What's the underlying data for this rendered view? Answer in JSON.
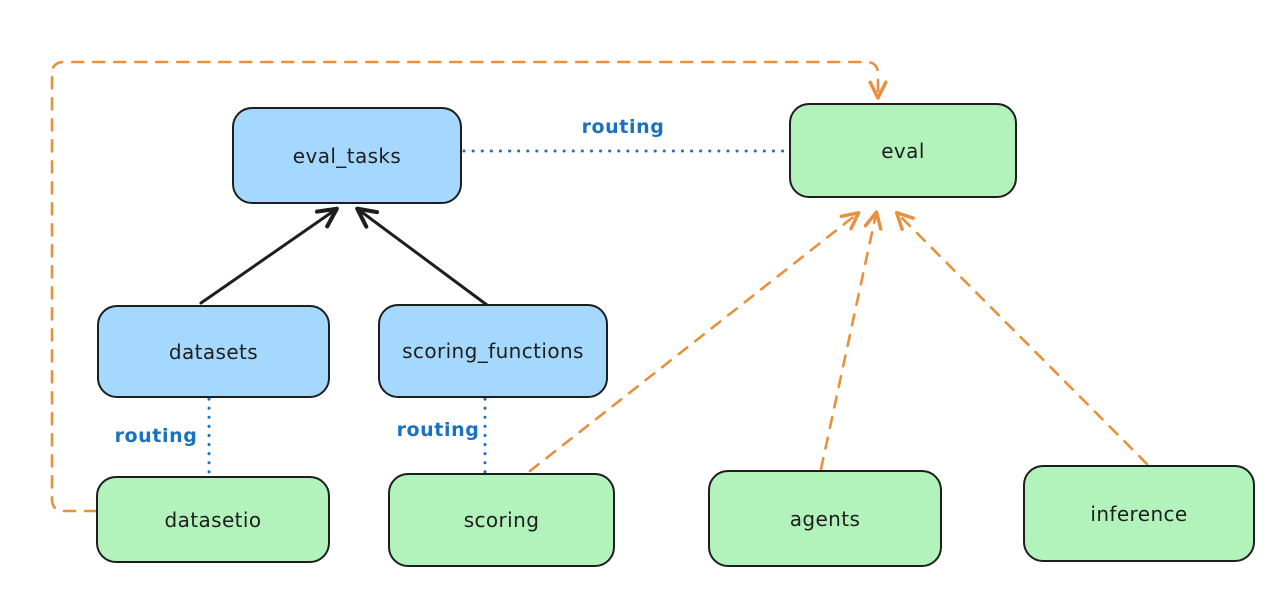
{
  "diagram": {
    "nodes": [
      {
        "id": "eval_tasks",
        "label": "eval_tasks",
        "fill": "#a5d8ff",
        "kind": "api"
      },
      {
        "id": "eval",
        "label": "eval",
        "fill": "#b2f2bb",
        "kind": "provider"
      },
      {
        "id": "datasets",
        "label": "datasets",
        "fill": "#a5d8ff",
        "kind": "api"
      },
      {
        "id": "scoring_functions",
        "label": "scoring_functions",
        "fill": "#a5d8ff",
        "kind": "api"
      },
      {
        "id": "datasetio",
        "label": "datasetio",
        "fill": "#b2f2bb",
        "kind": "provider"
      },
      {
        "id": "scoring",
        "label": "scoring",
        "fill": "#b2f2bb",
        "kind": "provider"
      },
      {
        "id": "agents",
        "label": "agents",
        "fill": "#b2f2bb",
        "kind": "provider"
      },
      {
        "id": "inference",
        "label": "inference",
        "fill": "#b2f2bb",
        "kind": "provider"
      }
    ],
    "edges": [
      {
        "from": "datasets",
        "to": "eval_tasks",
        "style": "solid-black-arrow",
        "label": ""
      },
      {
        "from": "scoring_functions",
        "to": "eval_tasks",
        "style": "solid-black-arrow",
        "label": ""
      },
      {
        "from": "eval_tasks",
        "to": "eval",
        "style": "dotted-blue",
        "label": "routing"
      },
      {
        "from": "datasets",
        "to": "datasetio",
        "style": "dotted-blue",
        "label": "routing"
      },
      {
        "from": "scoring_functions",
        "to": "scoring",
        "style": "dotted-blue",
        "label": "routing"
      },
      {
        "from": "datasetio",
        "to": "eval",
        "style": "dashed-orange-arrow",
        "label": ""
      },
      {
        "from": "scoring",
        "to": "eval",
        "style": "dashed-orange-arrow",
        "label": ""
      },
      {
        "from": "agents",
        "to": "eval",
        "style": "dashed-orange-arrow",
        "label": ""
      },
      {
        "from": "inference",
        "to": "eval",
        "style": "dashed-orange-arrow",
        "label": ""
      }
    ],
    "colors": {
      "background": "#ffffff",
      "node_border": "#1e1e1e",
      "api_fill_blue": "#a5d8ff",
      "provider_fill_green": "#b2f2bb",
      "routing_blue": "#1971c2",
      "dashed_orange": "#e8913c",
      "arrow_black": "#1e1e1e"
    }
  }
}
